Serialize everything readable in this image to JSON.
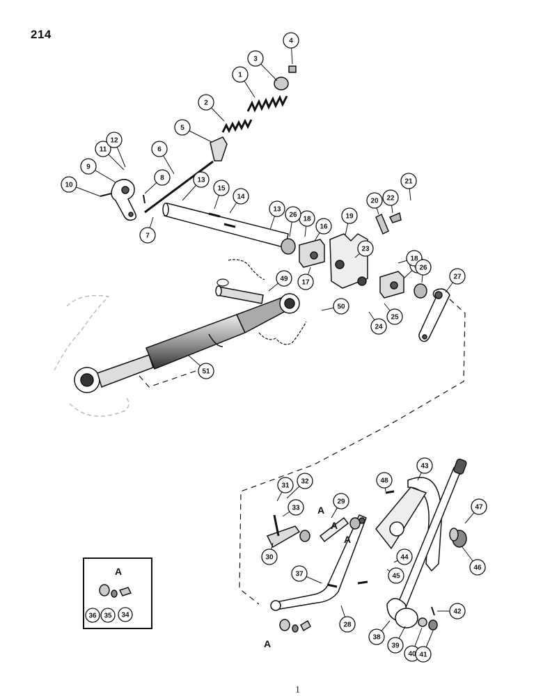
{
  "page": {
    "number": "214",
    "footer": "1"
  },
  "inset": {
    "title": "A",
    "callouts": [
      "36",
      "35",
      "34"
    ]
  },
  "letters": [
    "A",
    "A",
    "A",
    "A"
  ],
  "callouts": [
    "1",
    "2",
    "3",
    "4",
    "5",
    "6",
    "7",
    "8",
    "9",
    "10",
    "11",
    "12",
    "13",
    "13",
    "14",
    "15",
    "16",
    "16",
    "17",
    "18",
    "18",
    "19",
    "20",
    "21",
    "22",
    "23",
    "24",
    "25",
    "26",
    "26",
    "27",
    "28",
    "29",
    "30",
    "31",
    "32",
    "33",
    "37",
    "38",
    "39",
    "40",
    "41",
    "42",
    "43",
    "44",
    "45",
    "46",
    "47",
    "48",
    "49",
    "50",
    "51"
  ]
}
